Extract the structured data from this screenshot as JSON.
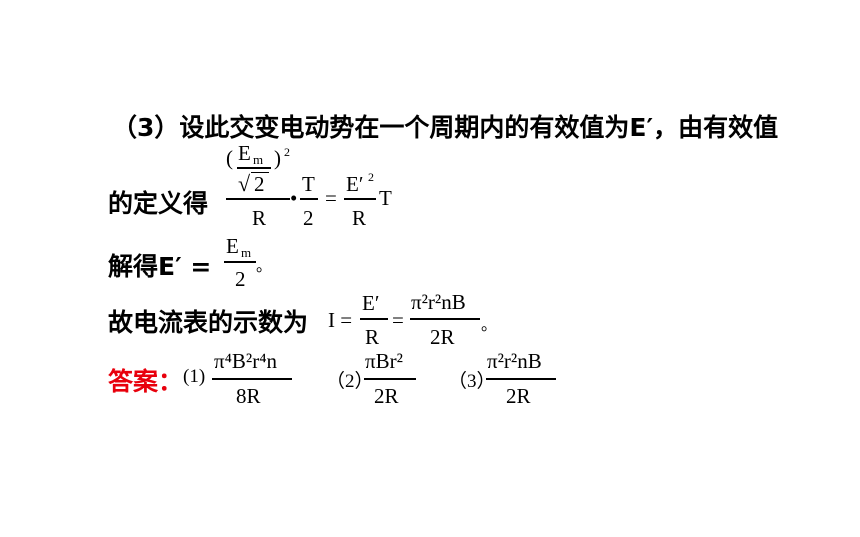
{
  "colors": {
    "text": "#000000",
    "answer": "#e8000c"
  },
  "line1": "（3）设此交变电动势在一个周期内的有效值为E′，由有效值",
  "line2": {
    "label": "的定义得",
    "paren_open": "(",
    "paren_close": ")",
    "exp": "2",
    "em_E": "E",
    "em_m": "m",
    "sqrt_symbol": "√",
    "sqrt_num": "2",
    "den_R1": "R",
    "dot": "•",
    "T_num": "T",
    "two": "2",
    "equals": "=",
    "Ep_num": "E′",
    "Ep_exp": "2",
    "den_R2": "R",
    "T_tail": "T"
  },
  "line3": {
    "label": "解得E′ =",
    "num_E": "E",
    "num_m": "m",
    "den": "2",
    "end": "。"
  },
  "line4": {
    "label": "故电流表的示数为",
    "I_eq": "I =",
    "num1": "E′",
    "den1": "R",
    "eq2": "=",
    "num2": "π²r²nB",
    "den2": "2R",
    "end": "。"
  },
  "answer": {
    "label": "答案：",
    "p1_label": "(1)",
    "p1_num": "π⁴B²r⁴n",
    "p1_den": "8R",
    "p2_label": "（2）",
    "p2_num": "πBr²",
    "p2_den": "2R",
    "p3_label": "（3）",
    "p3_num": "π²r²nB",
    "p3_den": "2R"
  }
}
